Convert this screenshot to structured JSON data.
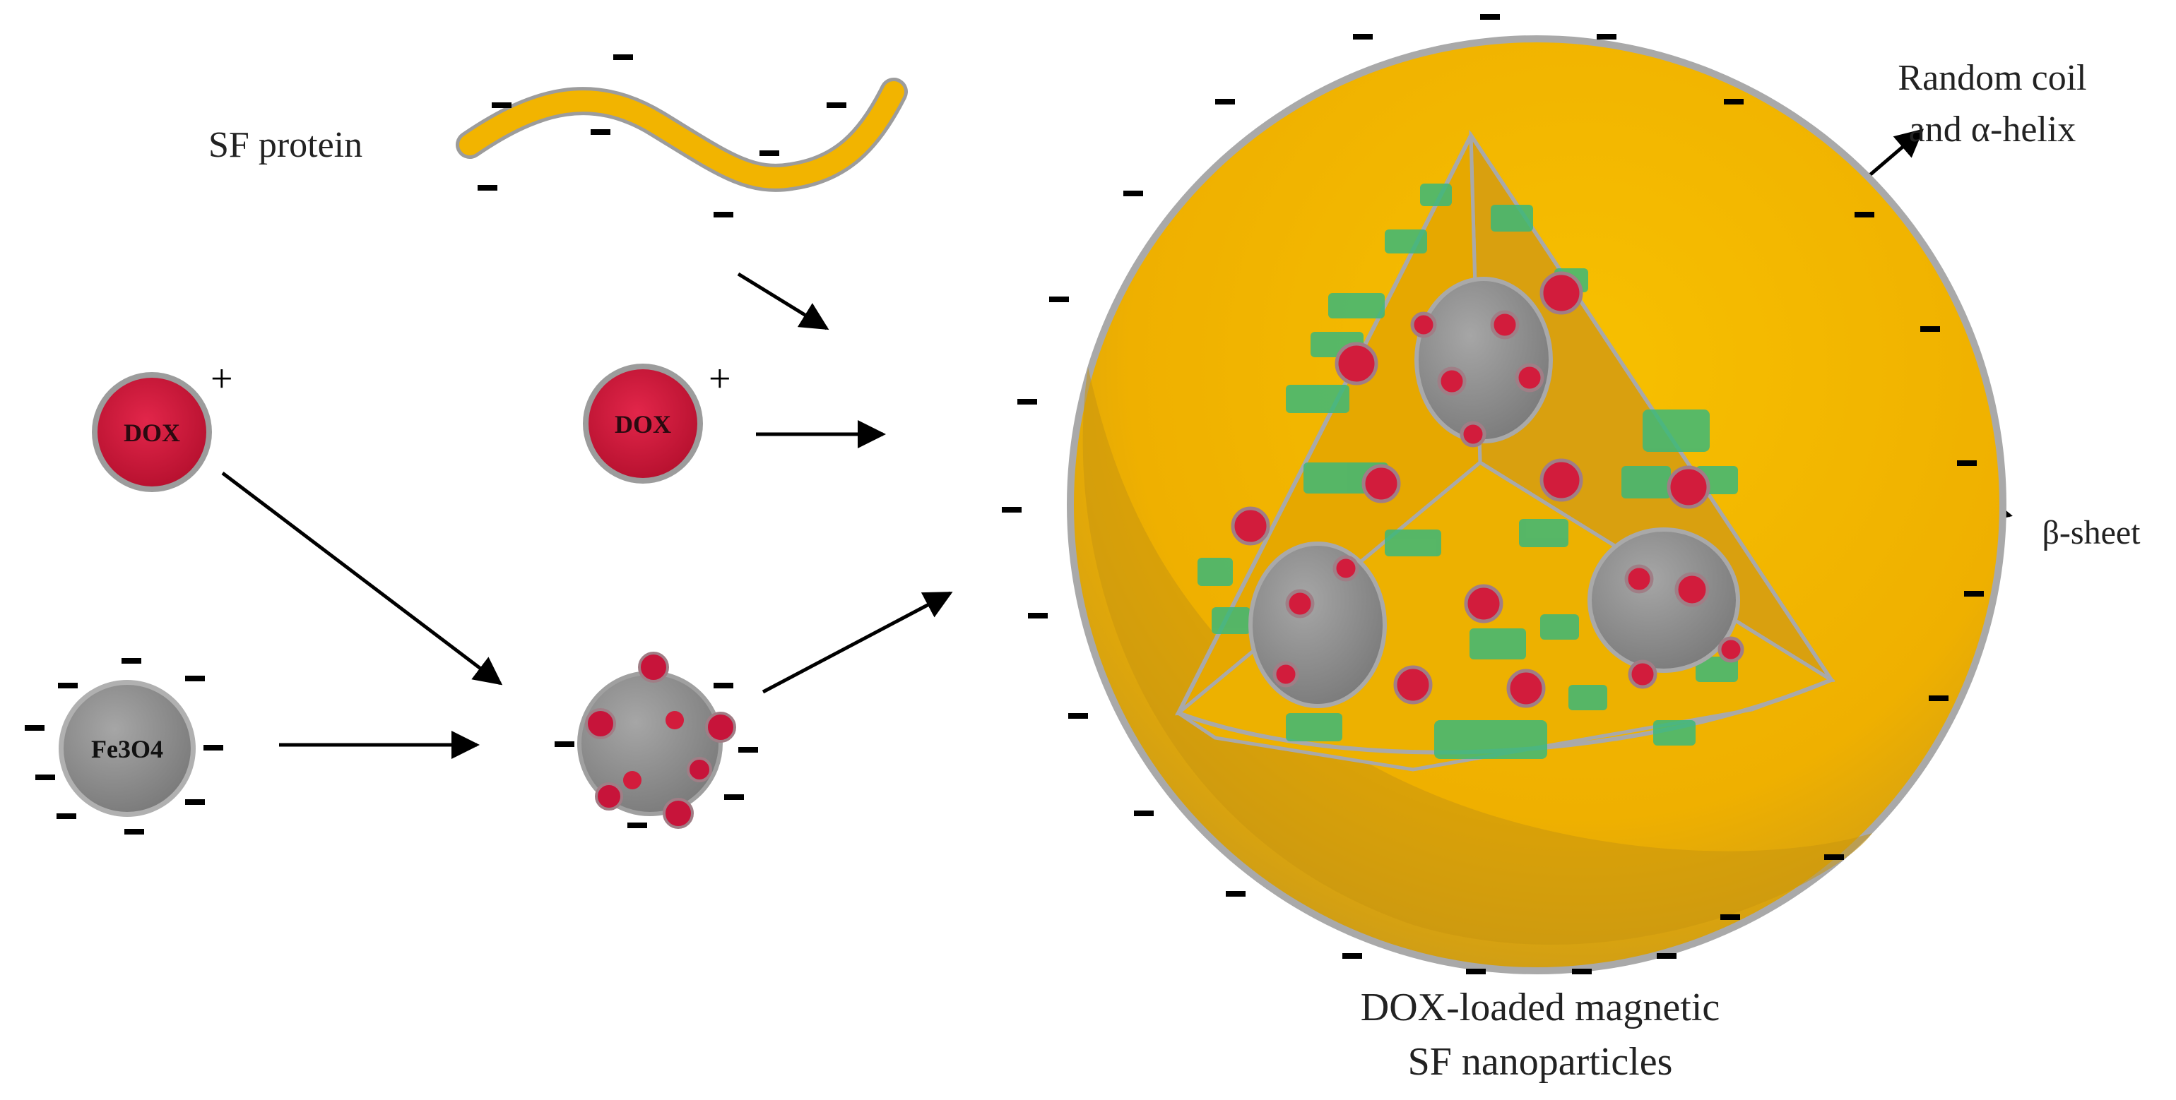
{
  "labels": {
    "sf_protein": "SF protein",
    "dox": "DOX",
    "fe3o4": "Fe3O4",
    "random_coil_line1": "Random coil",
    "random_coil_line2": "and α-helix",
    "beta_sheet": "β-sheet",
    "caption_line1": "DOX-loaded magnetic",
    "caption_line2": "SF nanoparticles"
  },
  "signs": {
    "plus": "+",
    "minus": "−"
  },
  "colors": {
    "sf_yellow": "#f2b400",
    "sf_dark": "#b88a10",
    "dox_red": "#d21c3c",
    "fe3o4_gray": "#8c8c8c",
    "beta_green": "#3cb878",
    "outline": "#9c9c9c"
  }
}
